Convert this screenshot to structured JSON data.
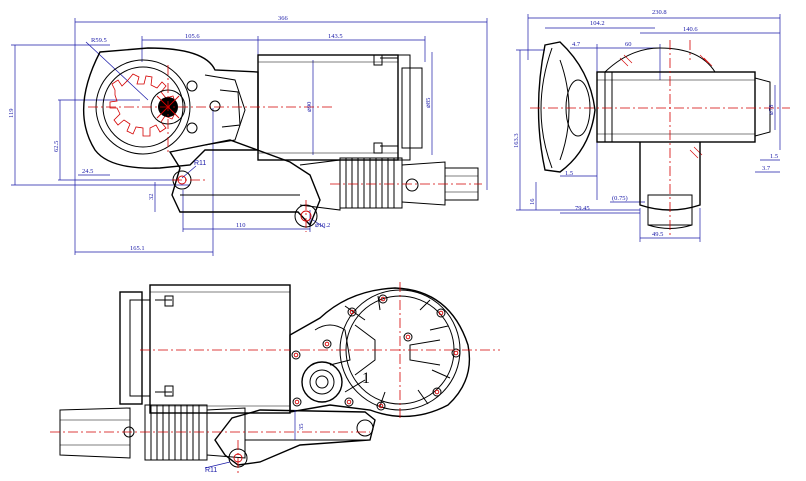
{
  "colors": {
    "line": "#000000",
    "dimension": "#1a1aa8",
    "centerline": "#d40000"
  },
  "left_view": {
    "dims": {
      "overall_length": "366",
      "length_a": "105.6",
      "length_b": "143.5",
      "radius_top": "R59.5",
      "height_main": "119",
      "dia_motor": "⌀85",
      "height_inner": "⌀90",
      "offset_v": "62.5",
      "offset_small": "24.5",
      "height_low": "32",
      "length_110": "110",
      "length_165": "165.1",
      "hole_dia": "⌀10.2",
      "radius_r11": "R11"
    }
  },
  "right_view": {
    "dims": {
      "overall_width": "230.8",
      "width_a": "104.2",
      "width_b": "140.6",
      "dim_4_7": "4.7",
      "dim_60": "60",
      "height_main": "163.3",
      "dia_78": "⌀78",
      "dim_1_5": "1.5",
      "dim_1_5b": "1.5",
      "dim_3_7": "3.7",
      "dim_16": "16",
      "dim_79_45": "79.45",
      "dim_0_75": "(0.75)",
      "dim_49_5": "49.5"
    }
  },
  "bottom_view": {
    "part_number": "1",
    "dims": {
      "radius_r11": "R11",
      "dim_35": "35"
    }
  }
}
